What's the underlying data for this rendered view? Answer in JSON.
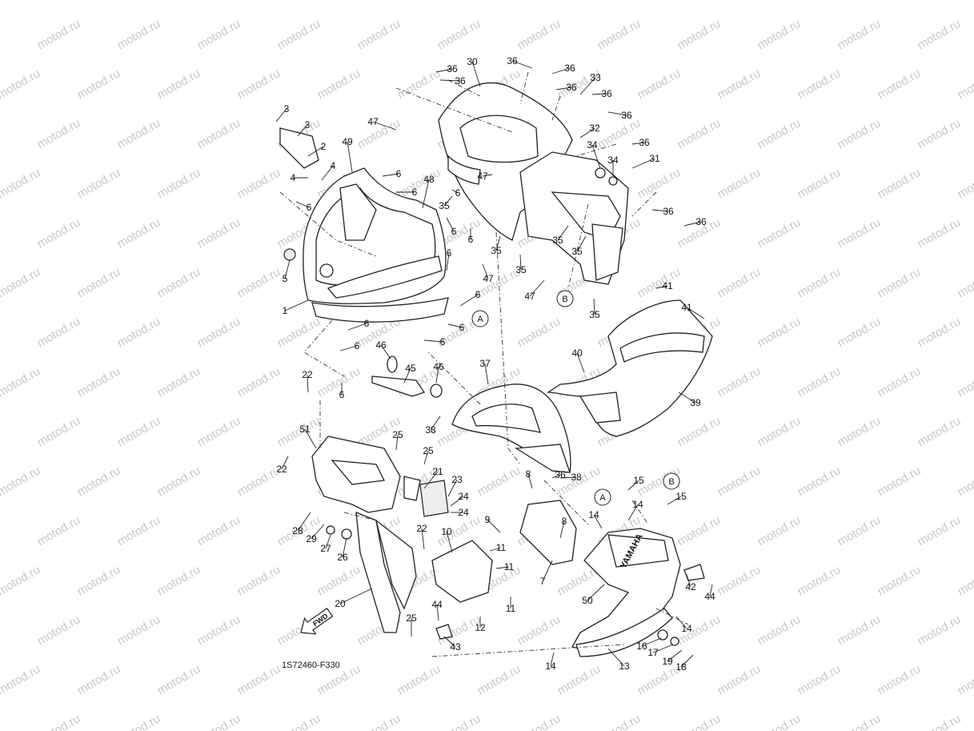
{
  "diagram": {
    "reference_code": "1S72460-F330",
    "watermark": "motod.ru",
    "fwd_label": "FWD",
    "brand_mark": "YAMAHA",
    "circled_refs": [
      "A",
      "B"
    ]
  },
  "callouts": [
    "1",
    "2",
    "3",
    "3",
    "4",
    "4",
    "5",
    "6",
    "6",
    "6",
    "6",
    "6",
    "6",
    "6",
    "6",
    "6",
    "6",
    "6",
    "6",
    "6",
    "7",
    "8",
    "8",
    "9",
    "10",
    "11",
    "11",
    "11",
    "12",
    "13",
    "14",
    "14",
    "14",
    "14",
    "15",
    "15",
    "16",
    "17",
    "18",
    "19",
    "20",
    "21",
    "22",
    "22",
    "22",
    "23",
    "24",
    "24",
    "25",
    "25",
    "25",
    "26",
    "27",
    "28",
    "29",
    "30",
    "31",
    "32",
    "33",
    "34",
    "34",
    "35",
    "35",
    "35",
    "35",
    "35",
    "35",
    "36",
    "36",
    "36",
    "36",
    "36",
    "36",
    "36",
    "36",
    "36",
    "36",
    "36",
    "37",
    "38",
    "38",
    "39",
    "40",
    "41",
    "41",
    "42",
    "43",
    "44",
    "44",
    "45",
    "46",
    "46",
    "47",
    "47",
    "47",
    "47",
    "48",
    "49",
    "50",
    "51"
  ]
}
